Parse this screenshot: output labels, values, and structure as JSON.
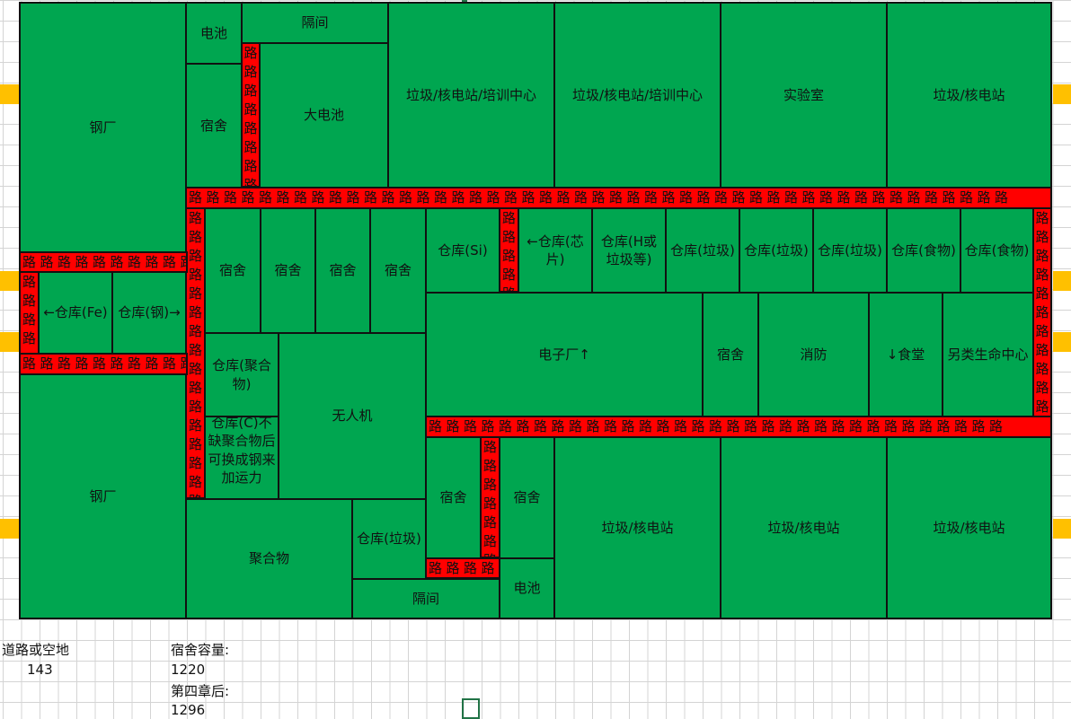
{
  "road_char": "路",
  "cells": [
    {
      "id": "c1",
      "name": "steel-mill-top",
      "label": "钢厂"
    },
    {
      "id": "c2",
      "name": "battery-top",
      "label": "电池"
    },
    {
      "id": "c3",
      "name": "partition-top",
      "label": "隔间"
    },
    {
      "id": "c4",
      "name": "dorm-top",
      "label": "宿舍"
    },
    {
      "id": "c5",
      "name": "large-battery",
      "label": "大电池"
    },
    {
      "id": "c6",
      "name": "waste-nuclear-training-1",
      "label": "垃圾/核电站/培训中心"
    },
    {
      "id": "c7",
      "name": "waste-nuclear-training-2",
      "label": "垃圾/核电站/培训中心"
    },
    {
      "id": "c8",
      "name": "laboratory",
      "label": "实验室"
    },
    {
      "id": "c9",
      "name": "waste-nuclear-top-right",
      "label": "垃圾/核电站"
    },
    {
      "id": "c10",
      "name": "dorm-row-1",
      "label": "宿舍"
    },
    {
      "id": "c11",
      "name": "dorm-row-2",
      "label": "宿舍"
    },
    {
      "id": "c12",
      "name": "dorm-row-3",
      "label": "宿舍"
    },
    {
      "id": "c13",
      "name": "dorm-row-4",
      "label": "宿舍"
    },
    {
      "id": "c14",
      "name": "warehouse-si",
      "label": "仓库(Si)"
    },
    {
      "id": "c15",
      "name": "warehouse-chip",
      "label": "←仓库(芯片)"
    },
    {
      "id": "c16",
      "name": "warehouse-h-waste",
      "label": "仓库(H或垃圾等)"
    },
    {
      "id": "c17",
      "name": "warehouse-waste-1",
      "label": "仓库(垃圾)"
    },
    {
      "id": "c18",
      "name": "warehouse-waste-2",
      "label": "仓库(垃圾)"
    },
    {
      "id": "c19",
      "name": "warehouse-waste-3",
      "label": "仓库(垃圾)"
    },
    {
      "id": "c20",
      "name": "warehouse-food-1",
      "label": "仓库(食物)"
    },
    {
      "id": "c21",
      "name": "warehouse-food-2",
      "label": "仓库(食物)"
    },
    {
      "id": "c22",
      "name": "warehouse-fe",
      "label": "←仓库(Fe)"
    },
    {
      "id": "c23",
      "name": "warehouse-steel",
      "label": "仓库(钢)→"
    },
    {
      "id": "c24",
      "name": "warehouse-polymer",
      "label": "仓库(聚合物)"
    },
    {
      "id": "c25",
      "name": "drone",
      "label": "无人机"
    },
    {
      "id": "c26",
      "name": "electronics-factory",
      "label": "电子厂↑"
    },
    {
      "id": "c27",
      "name": "dorm-mid",
      "label": "宿舍"
    },
    {
      "id": "c28",
      "name": "fire-station",
      "label": "消防"
    },
    {
      "id": "c29",
      "name": "canteen",
      "label": "↓食堂"
    },
    {
      "id": "c30",
      "name": "alien-life-center",
      "label": "另类生命中心"
    },
    {
      "id": "c31",
      "name": "warehouse-c-note",
      "label": "仓库(C)不缺聚合物后可换成钢来加运力"
    },
    {
      "id": "c32",
      "name": "steel-mill-bottom",
      "label": "钢厂"
    },
    {
      "id": "c33",
      "name": "polymer",
      "label": "聚合物"
    },
    {
      "id": "c34",
      "name": "warehouse-waste-bottom",
      "label": "仓库(垃圾)"
    },
    {
      "id": "c35",
      "name": "dorm-bottom-1",
      "label": "宿舍"
    },
    {
      "id": "c36",
      "name": "dorm-bottom-2",
      "label": "宿舍"
    },
    {
      "id": "c37",
      "name": "partition-bottom",
      "label": "隔间"
    },
    {
      "id": "c38",
      "name": "battery-bottom",
      "label": "电池"
    },
    {
      "id": "c39",
      "name": "waste-nuclear-bottom-1",
      "label": "垃圾/核电站"
    },
    {
      "id": "c40",
      "name": "waste-nuclear-bottom-2",
      "label": "垃圾/核电站"
    },
    {
      "id": "c41",
      "name": "waste-nuclear-bottom-3",
      "label": "垃圾/核电站"
    }
  ],
  "roads": [
    {
      "id": "r1",
      "name": "road-vertical-top",
      "count": 8
    },
    {
      "id": "r2",
      "name": "road-horizontal-main",
      "count": 47
    },
    {
      "id": "r3",
      "name": "road-vertical-left-inner",
      "count": 16
    },
    {
      "id": "r4",
      "name": "road-horizontal-left-top",
      "count": 10
    },
    {
      "id": "r5",
      "name": "road-horizontal-left-bottom",
      "count": 10
    },
    {
      "id": "r6",
      "name": "road-vertical-left-edge",
      "count": 4
    },
    {
      "id": "r7",
      "name": "road-vertical-mid-short",
      "count": 5
    },
    {
      "id": "r8",
      "name": "road-vertical-right-edge",
      "count": 12
    },
    {
      "id": "r9",
      "name": "road-horizontal-lower",
      "count": 33
    },
    {
      "id": "r10",
      "name": "road-vertical-lower",
      "count": 7
    },
    {
      "id": "r11",
      "name": "road-horizontal-lower-short",
      "count": 4
    }
  ],
  "sheet": {
    "road_label": "道路或空地",
    "road_value": "143",
    "dorm_capacity_label": "宿舍容量:",
    "dorm_capacity_value": "1220",
    "after_ch4_label": "第四章后:",
    "after_ch4_value": "1296"
  }
}
